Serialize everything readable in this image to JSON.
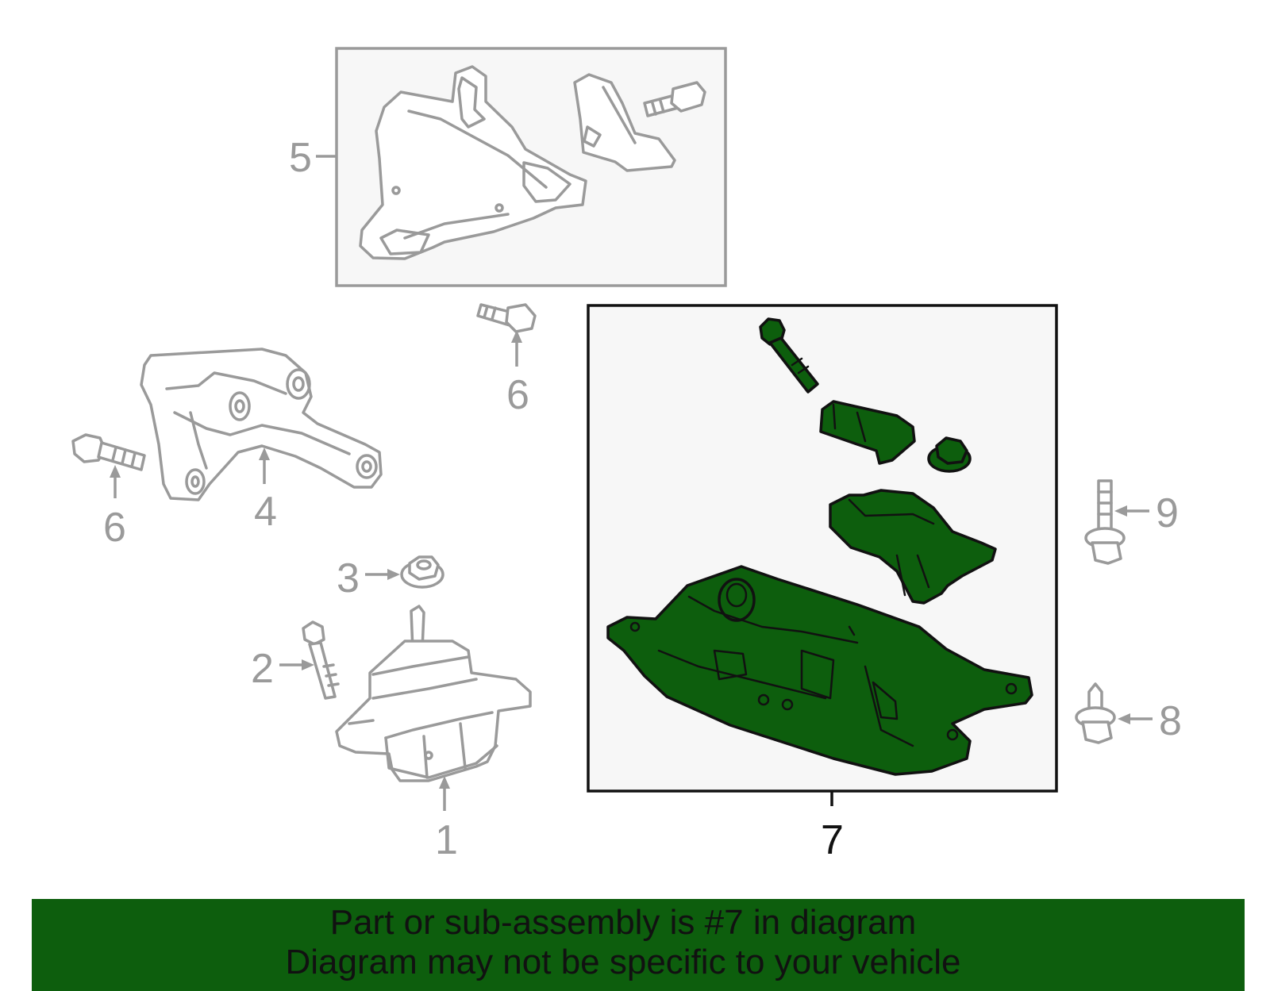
{
  "callouts": {
    "c1": "1",
    "c2": "2",
    "c3": "3",
    "c4": "4",
    "c5": "5",
    "c6a": "6",
    "c6b": "6",
    "c7": "7",
    "c8": "8",
    "c9": "9"
  },
  "colors": {
    "highlight": "#0d5e0d",
    "outline_gray": "#9a9a9a",
    "box_fill": "#f7f7f7"
  },
  "footer": {
    "line1": "Part or sub-assembly is #7 in diagram",
    "line2": "Diagram may not be specific to your vehicle"
  }
}
